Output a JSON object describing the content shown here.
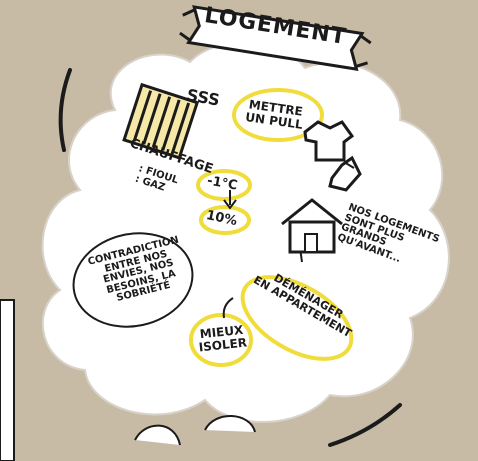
{
  "banner": {
    "title": "LOGEMENT"
  },
  "notes": {
    "heating": "CHAUFFAGE",
    "fuels": ": FIOUL\n: GAZ",
    "pullover": "METTRE\nUN PULL",
    "minus_degree": "-1°C",
    "ten_percent": "10%",
    "bigger_homes": "NOS LOGEMENTS\nSONT PLUS\nGRANDS\nQU'AVANT...",
    "contradiction": "CONTRADICTION\nENTRE NOS\nENVIES, NOS\nBESOINS, LA\nSOBRIÉTÉ",
    "move": "DÉMÉNAGER\nEN APPARTEMENT",
    "insulate": "MIEUX\nISOLER"
  },
  "doodles": {
    "steam": "SSS"
  },
  "colors": {
    "background": "#c8bba6",
    "cloud": "#ffffff",
    "highlight": "#f4e64a",
    "ink": "#1b1b1b",
    "accent_circle": "#f0dc3a"
  }
}
